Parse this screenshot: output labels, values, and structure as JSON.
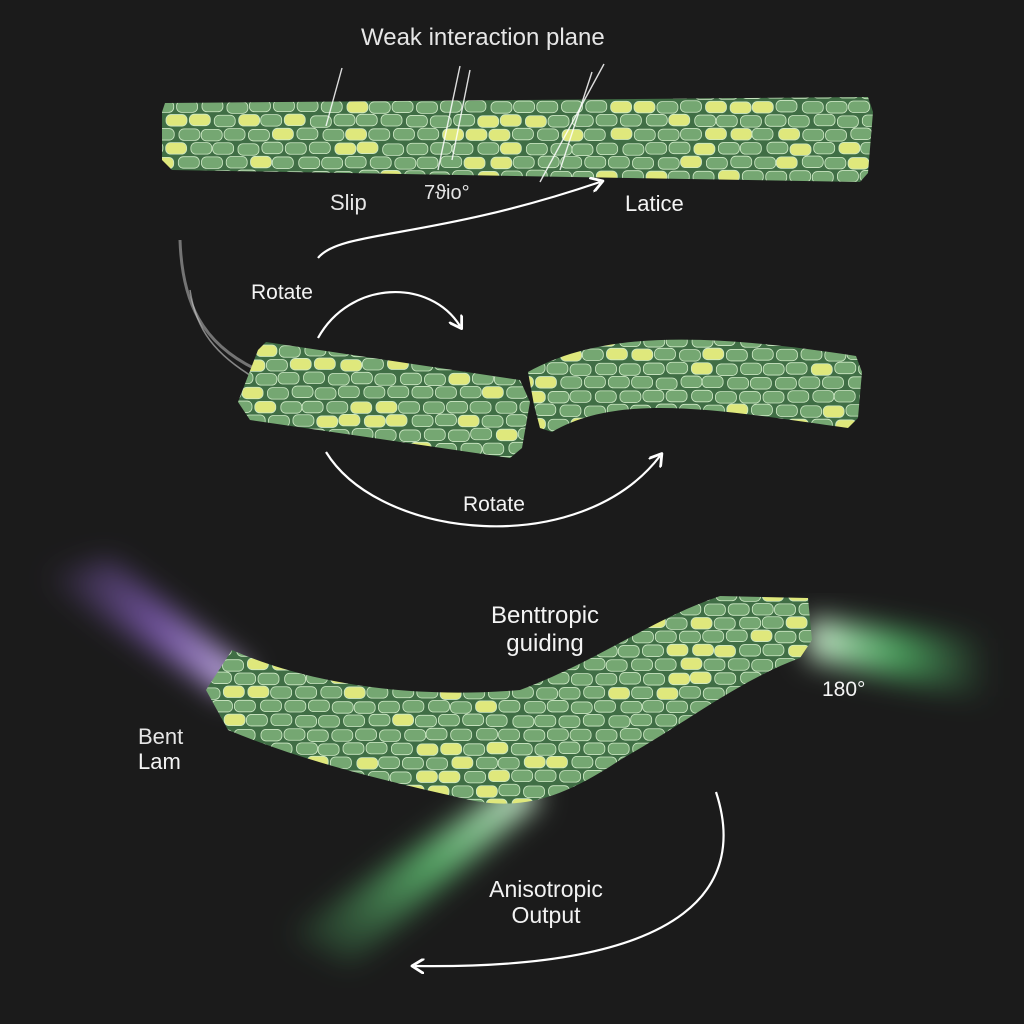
{
  "colors": {
    "background": "#1b1b1b",
    "cell_green": "#7fb27a",
    "cell_yellow": "#e8ee7e",
    "cell_edge": "#cfe9c6",
    "glow_green": "#6cff8c",
    "glow_purple": "#b07cff",
    "arrow": "#ffffff"
  },
  "labels": {
    "weak_plane": "Weak interaction plane",
    "slip": "Slip",
    "angle_top": "7ϑio°",
    "latice": "Latice",
    "rotate_1": "Rotate",
    "rotate_2": "Rotate",
    "benttropic_line1": "Benttropic",
    "benttropic_line2": "guiding",
    "angle_180": "180°",
    "bent_line1": "Bent",
    "bent_line2": "Lam",
    "anisotropic_line1": "Anisotropic",
    "anisotropic_line2": "Output"
  }
}
